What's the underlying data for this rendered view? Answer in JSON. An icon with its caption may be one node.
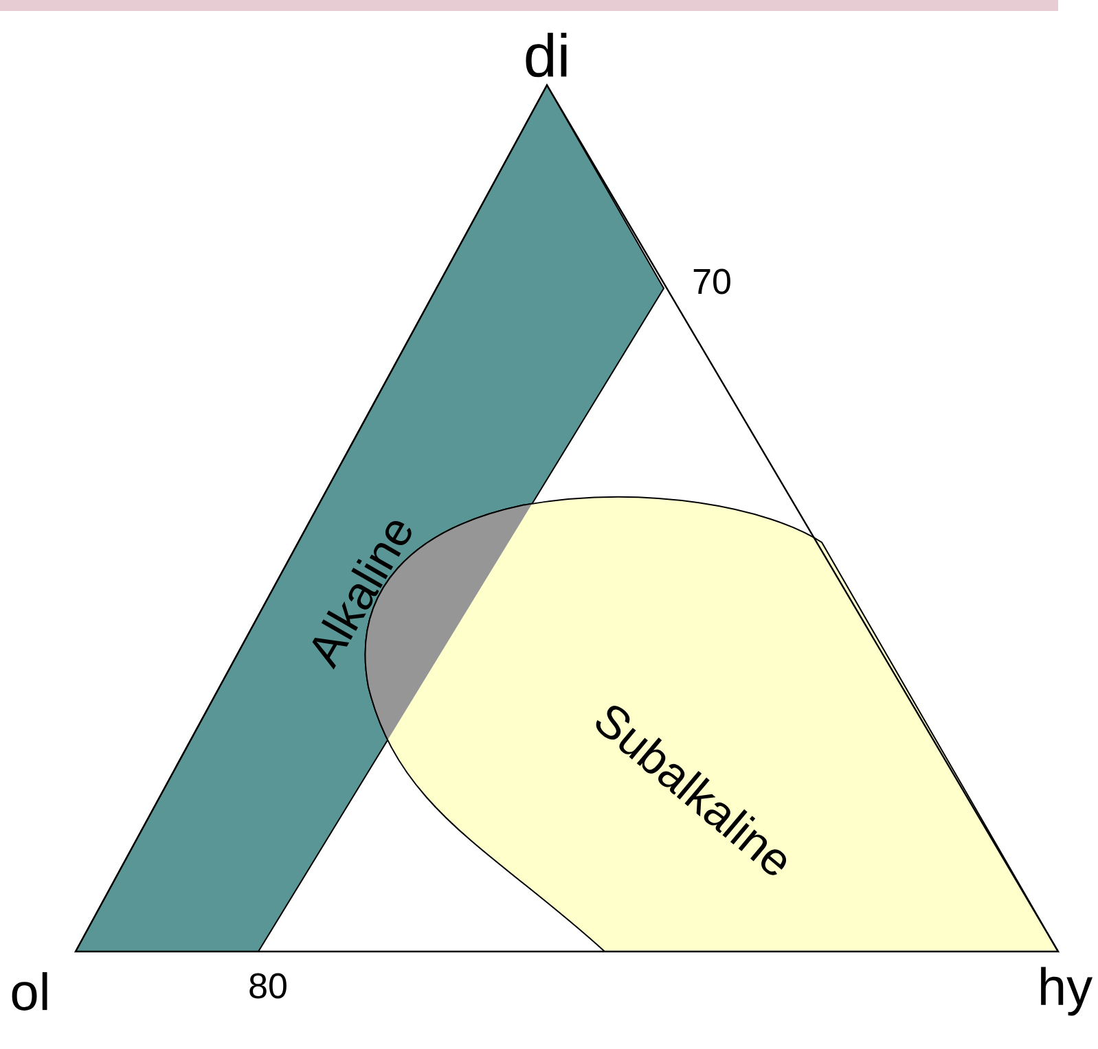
{
  "diagram": {
    "nodes": [
      {
        "text": [
          "Alkaline"
        ]
      },
      {
        "text": [
          "Subalkaline"
        ]
      }
    ],
    "edges": [],
    "labels": [
      "di",
      "70",
      "ol",
      "80",
      "hy"
    ]
  }
}
